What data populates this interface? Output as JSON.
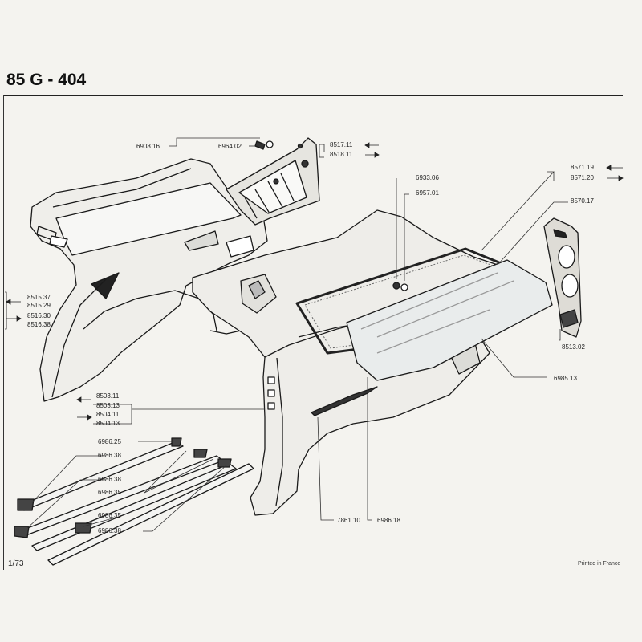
{
  "header": {
    "title": "85 G - 404"
  },
  "footer": {
    "page_number": "1/73",
    "printed_note": "Printed in France"
  },
  "callouts": {
    "c6908_16": "6908.16",
    "c6964_02": "6964.02",
    "c8517_11": "8517.11",
    "c8518_11": "8518.11",
    "c6933_06": "6933.06",
    "c6957_01": "6957.01",
    "c8571_19": "8571.19",
    "c8571_20": "8571.20",
    "c8570_17": "8570.17",
    "c8515_37": "8515.37",
    "c8515_29": "8515.29",
    "c8516_30": "8516.30",
    "c8516_38": "8516.38",
    "c8513_02": "8513.02",
    "c6985_13": "6985.13",
    "c8503_11": "8503.11",
    "c8503_13": "8503.13",
    "c8504_11": "8504.11",
    "c8504_13": "8504.13",
    "c6986_25": "6986.25",
    "c6986_38a": "6986.38",
    "c6986_38b": "6986.38",
    "c6986_35a": "6986.35",
    "c6986_35b": "6986.35",
    "c6986_38c": "6986.38",
    "c7861_10": "7861.10",
    "c6986_18": "6986.18"
  }
}
